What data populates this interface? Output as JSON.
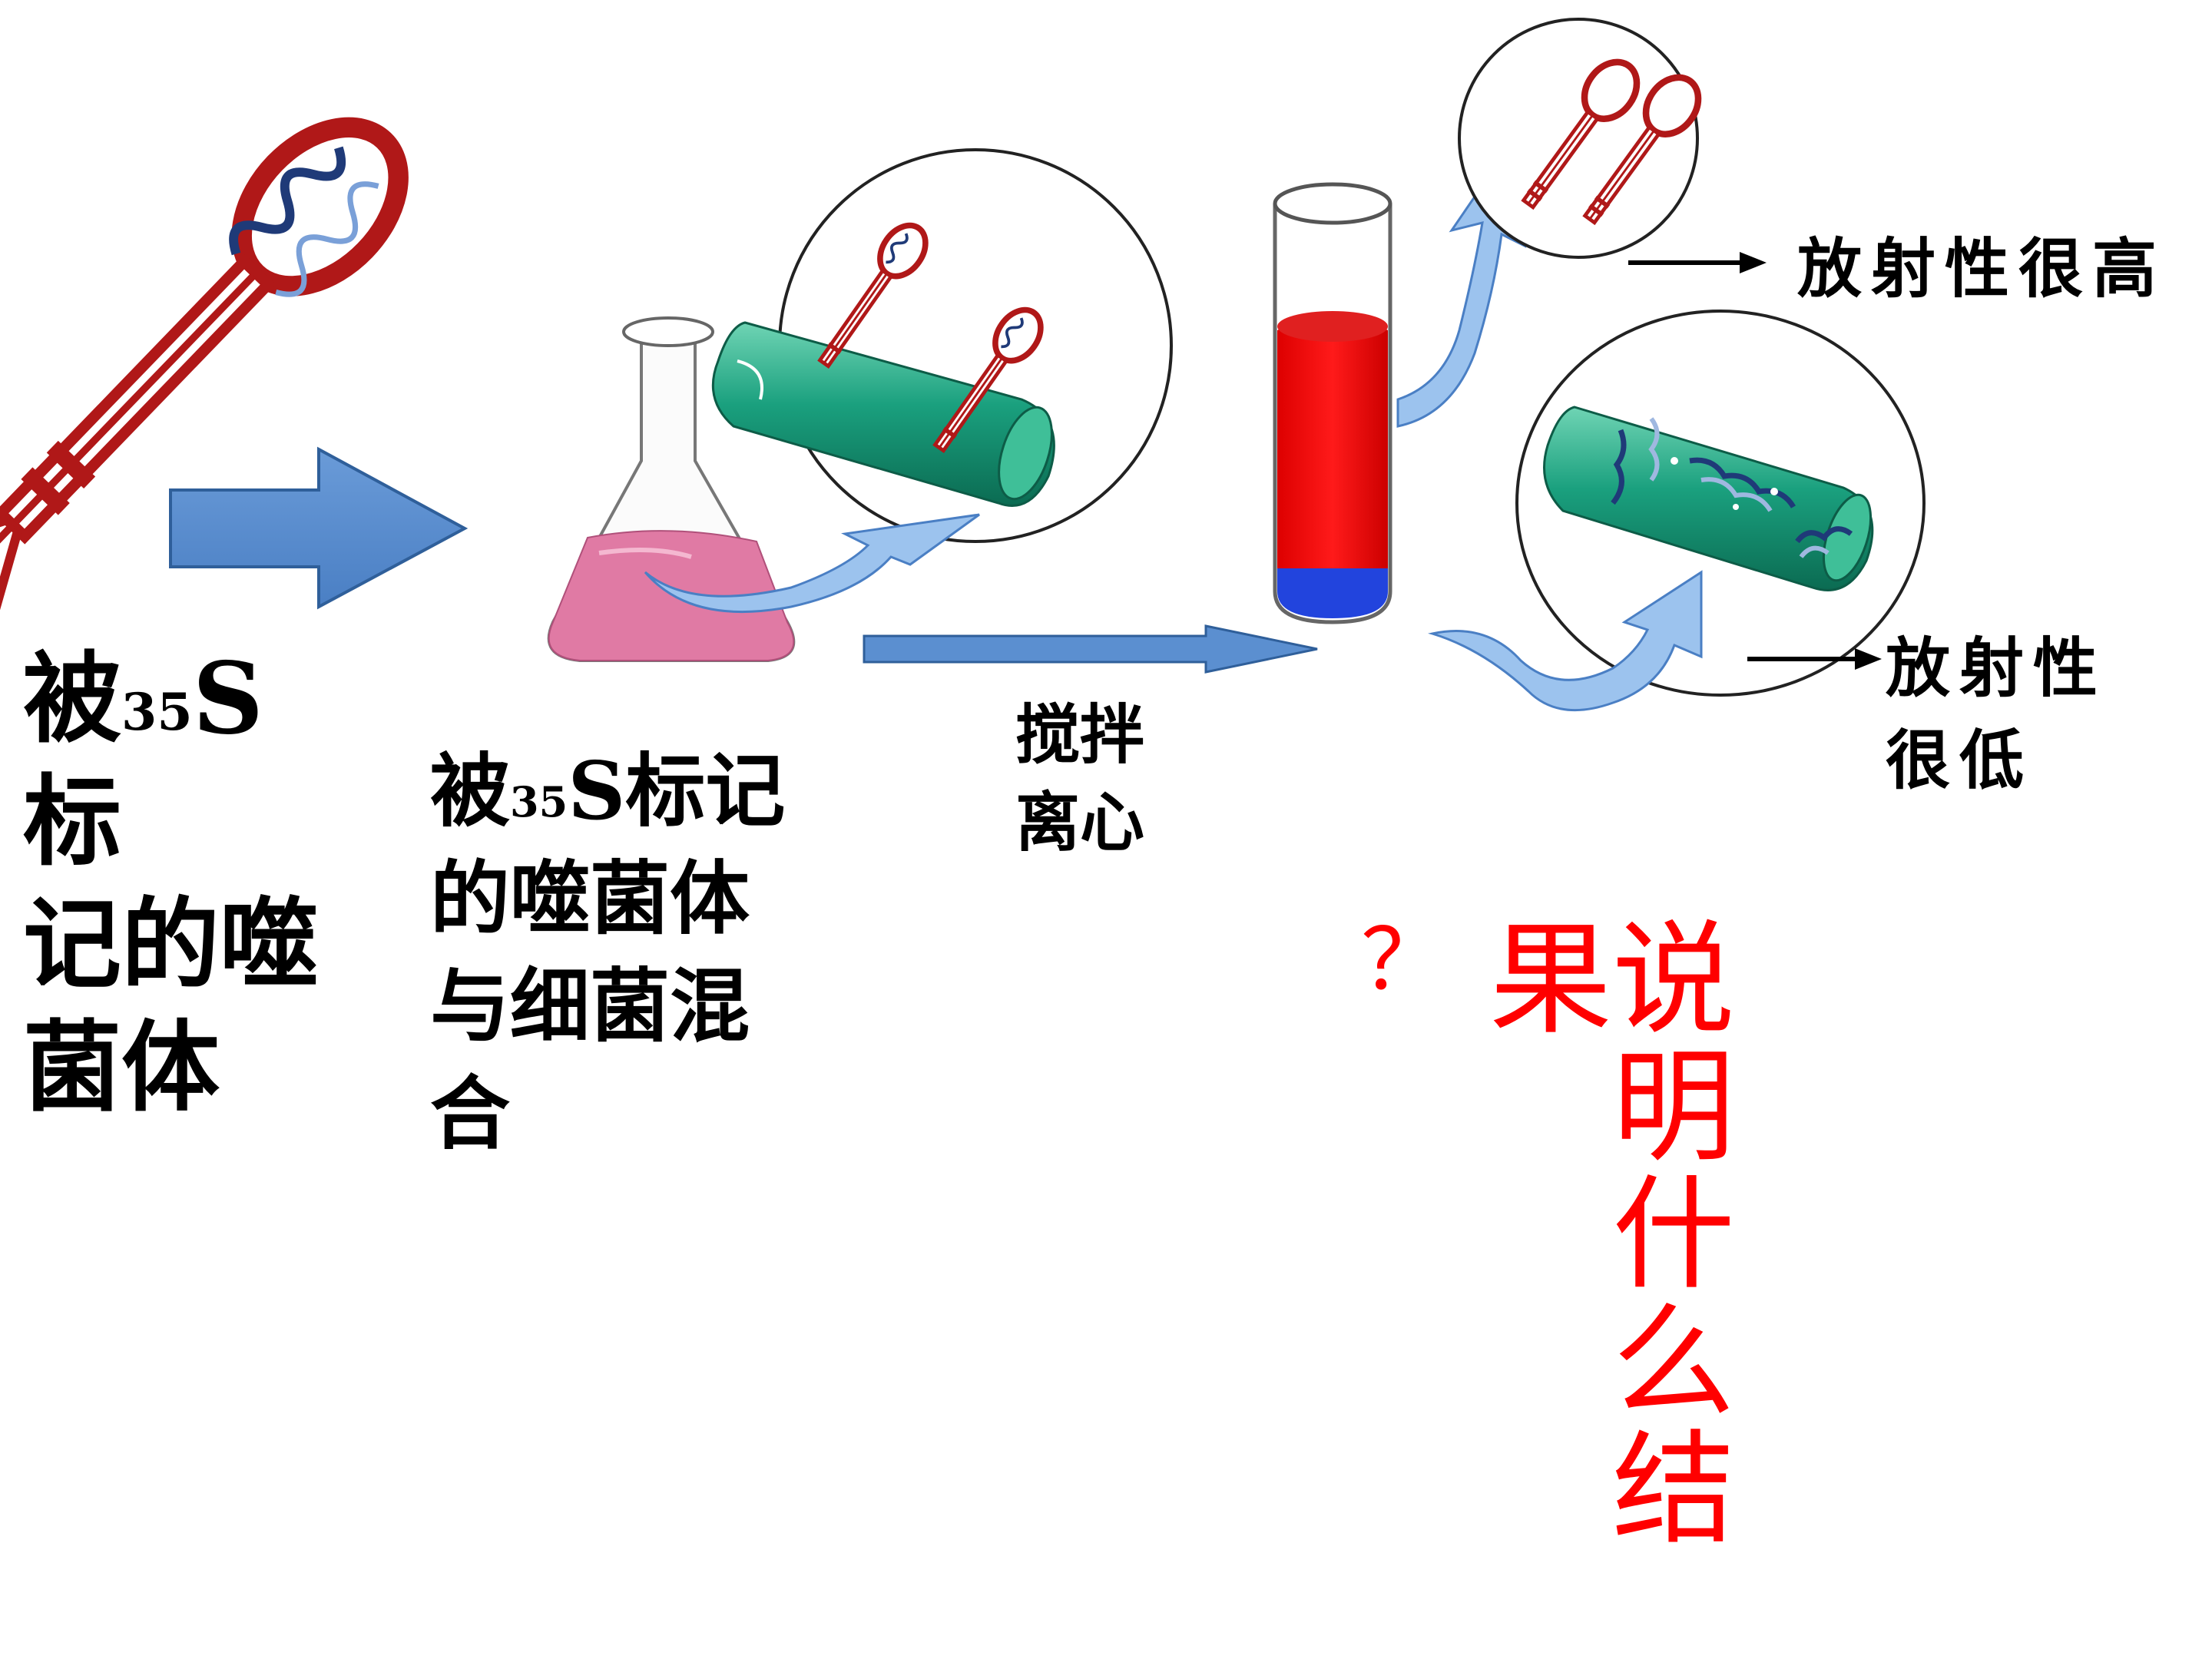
{
  "step1": {
    "pre": "被",
    "sup": "35",
    "s": "S",
    "post": "标",
    "line2": "记的噬",
    "line3": "菌体"
  },
  "step2": {
    "pre": "被",
    "sup": "35",
    "s": "S",
    "post": "标记",
    "line2": "的噬菌体",
    "line3": "与细菌混",
    "line4": "合"
  },
  "step3": {
    "line1": "搅拌",
    "line2": "离心"
  },
  "result_high": "放射性很高",
  "result_low": {
    "line1": "放射性",
    "line2": "很低"
  },
  "question_mark": "？",
  "question": "说明什么结果",
  "colors": {
    "phage": "#b01818",
    "arrow_blue": "#5b8fd0",
    "arrow_light": "#9cc3ee",
    "bacterium": "#1fa080",
    "flask_liquid": "#e07aa4",
    "tube_red": "#ff0000",
    "tube_blue": "#2244dd",
    "question_text": "#ff0000"
  }
}
